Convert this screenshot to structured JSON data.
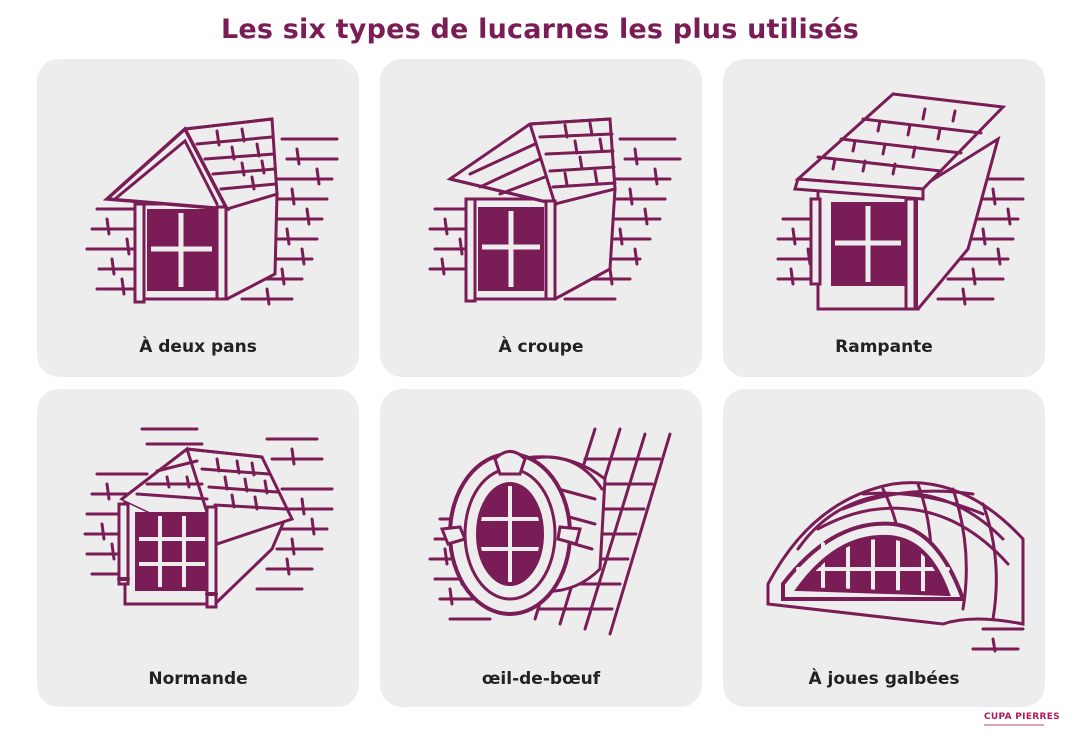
{
  "title": "Les six types de lucarnes les plus utilisés",
  "colors": {
    "accent": "#7a1c55",
    "card_bg": "#eeedee",
    "label": "#222222"
  },
  "cards": [
    {
      "label": "À deux pans",
      "icon": "gable-dormer-icon"
    },
    {
      "label": "À croupe",
      "icon": "hipped-dormer-icon"
    },
    {
      "label": "Rampante",
      "icon": "shed-dormer-icon"
    },
    {
      "label": "Normande",
      "icon": "normandy-dormer-icon"
    },
    {
      "label": "œil-de-bœuf",
      "icon": "oeil-de-boeuf-dormer-icon"
    },
    {
      "label": "À joues galbées",
      "icon": "curved-eyebrow-dormer-icon"
    }
  ],
  "logo": {
    "text": "CUPA PIERRES"
  }
}
